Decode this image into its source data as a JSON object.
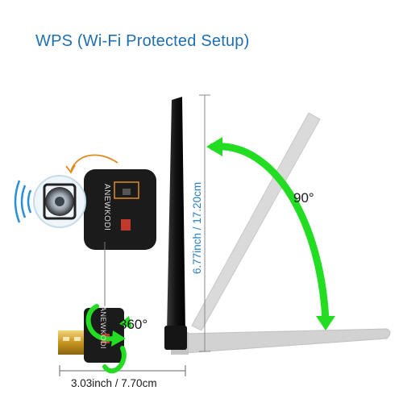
{
  "title": "WPS (Wi-Fi Protected Setup)",
  "dimensions": {
    "height_label": "6.77inch / 17.20cm",
    "width_label": "3.03inch / 7.70cm"
  },
  "rotation": {
    "tilt_label": "90°",
    "swivel_label": "360°"
  },
  "device": {
    "brand_text": "ANEWKODI",
    "brand_text_small": "ANEWKODI"
  },
  "colors": {
    "title": "#1f6fb2",
    "arrow": "#22dd22",
    "dimension_label": "#2a7fc0",
    "device_body": "#1b1b1b",
    "connector": "#d4a72c",
    "ghost_antenna": "#a9a9a9"
  },
  "icons": [
    "wps-button-icon",
    "signal-waves-icon",
    "rotation-arrow-icon",
    "swivel-arrow-icon"
  ]
}
